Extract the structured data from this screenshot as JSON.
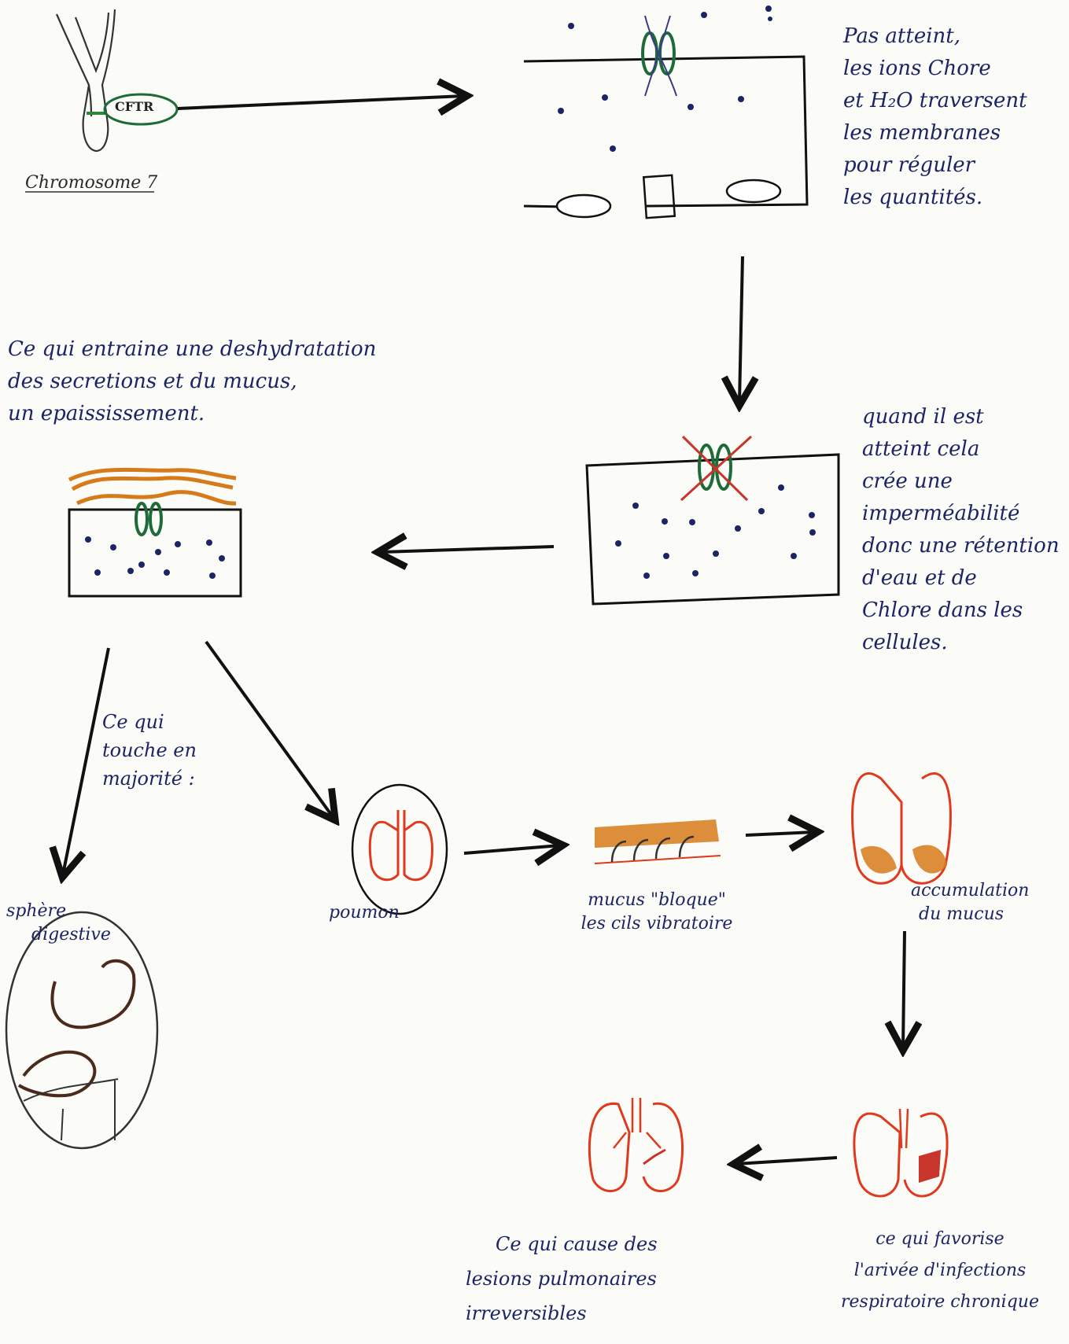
{
  "labels": {
    "chromosome": "Chromosome 7",
    "cftr": "CFTR",
    "note_not_affected": [
      "Pas atteint,",
      "les ions Chore",
      "et H₂O traversent",
      "les membranes",
      "pour réguler",
      "les quantités."
    ],
    "note_affected": [
      "quand il est",
      "atteint cela",
      "crée une",
      "imperméabilité",
      "donc une rétention",
      "d'eau et de",
      "Chlore dans les",
      "cellules."
    ],
    "note_dehydration": [
      "Ce qui entraine une deshydratation",
      "des secretions et du mucus,",
      "un epaississement."
    ],
    "note_majority": [
      "Ce qui",
      "touche en",
      "majorité :"
    ],
    "sphere_digestive": [
      "sphère",
      "digestive"
    ],
    "poumon": "poumon",
    "mucus_cils": [
      "mucus \"bloque\"",
      "les cils vibratoire"
    ],
    "accumulation": [
      "accumulation",
      "du mucus"
    ],
    "infections": [
      "ce qui favorise",
      "l'arivée d'infections",
      "respiratoire chronique"
    ],
    "lesions": [
      "Ce qui cause des",
      "lesions pulmonaires",
      "irreversibles"
    ]
  },
  "colors": {
    "ink": "#1c2466",
    "pencil": "#2a2a2a",
    "channel_green": "#1e6b3a",
    "cross_red": "#c8352a",
    "lung_red": "#e03a1e",
    "mucus_orange": "#d77a1a"
  }
}
